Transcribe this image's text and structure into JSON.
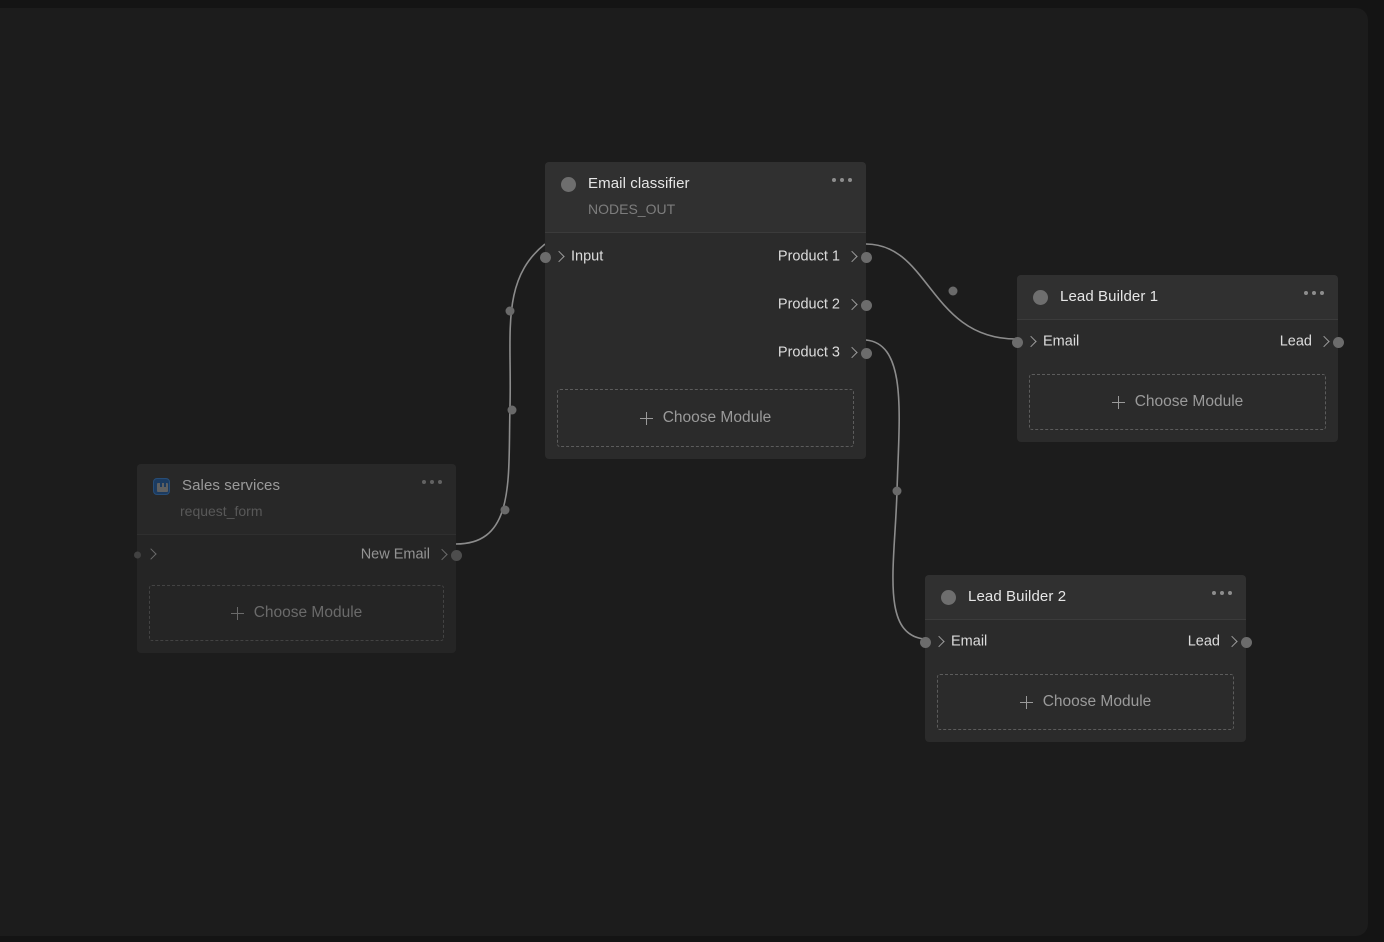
{
  "canvas": {
    "background_color": "#1c1c1c",
    "frame_color": "#141414",
    "edge_color": "#8c8c8c"
  },
  "nodes": [
    {
      "id": "sales-services",
      "title": "Sales services",
      "subtitle": "request_form",
      "icon": "app-icon-blue",
      "icon_color": "#1c4f8b",
      "dimmed": true,
      "menu_icon": "more-horizontal-icon",
      "inputs": [
        {
          "label": ""
        }
      ],
      "outputs": [
        {
          "label": "New Email"
        }
      ],
      "choose_module_label": "Choose Module"
    },
    {
      "id": "email-classifier",
      "title": "Email classifier",
      "subtitle": "NODES_OUT",
      "icon": "status-dot-icon",
      "dimmed": false,
      "menu_icon": "more-horizontal-icon",
      "inputs": [
        {
          "label": "Input"
        }
      ],
      "outputs": [
        {
          "label": "Product 1"
        },
        {
          "label": "Product 2"
        },
        {
          "label": "Product 3"
        }
      ],
      "choose_module_label": "Choose Module"
    },
    {
      "id": "lead-builder-1",
      "title": "Lead Builder 1",
      "subtitle": "",
      "icon": "status-dot-icon",
      "dimmed": false,
      "menu_icon": "more-horizontal-icon",
      "inputs": [
        {
          "label": "Email"
        }
      ],
      "outputs": [
        {
          "label": "Lead"
        }
      ],
      "choose_module_label": "Choose Module"
    },
    {
      "id": "lead-builder-2",
      "title": "Lead Builder 2",
      "subtitle": "",
      "icon": "status-dot-icon",
      "dimmed": false,
      "menu_icon": "more-horizontal-icon",
      "inputs": [
        {
          "label": "Email"
        }
      ],
      "outputs": [
        {
          "label": "Lead"
        }
      ],
      "choose_module_label": "Choose Module"
    }
  ],
  "connections": [
    {
      "from": "sales-services.New Email",
      "to": "email-classifier.Input"
    },
    {
      "from": "email-classifier.Product 1",
      "to": "lead-builder-1.Email"
    },
    {
      "from": "email-classifier.Product 3",
      "to": "lead-builder-2.Email"
    }
  ]
}
